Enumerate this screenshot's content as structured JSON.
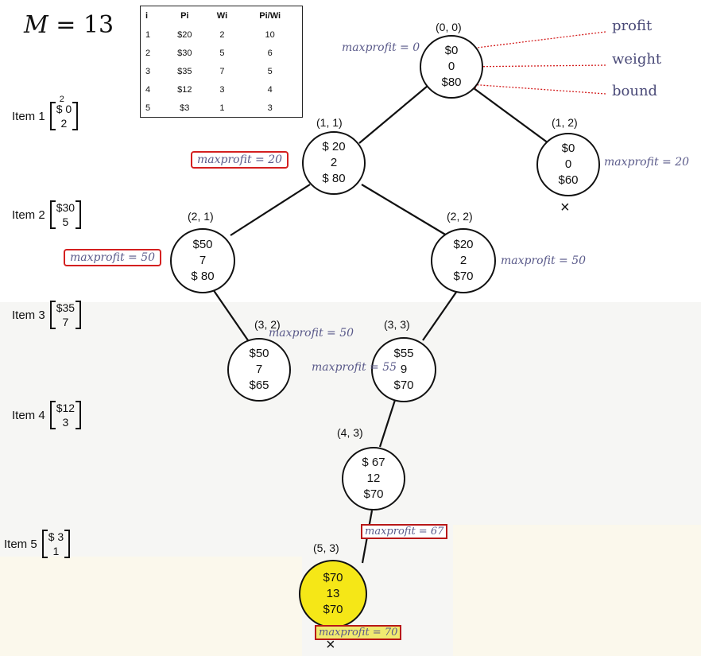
{
  "title": {
    "var": "M",
    "eq": "=",
    "value": "13"
  },
  "table": {
    "headers": [
      "i",
      "Pi",
      "Wi",
      "Pi/Wi"
    ],
    "rows": [
      [
        "1",
        "$20",
        "2",
        "10"
      ],
      [
        "2",
        "$30",
        "5",
        "6"
      ],
      [
        "3",
        "$35",
        "7",
        "5"
      ],
      [
        "4",
        "$12",
        "3",
        "4"
      ],
      [
        "5",
        "$3",
        "1",
        "3"
      ]
    ]
  },
  "items": [
    {
      "label": "Item 1",
      "profit": "$ 0",
      "weight": "2",
      "note": "2"
    },
    {
      "label": "Item 2",
      "profit": "$30",
      "weight": "5"
    },
    {
      "label": "Item 3",
      "profit": "$35",
      "weight": "7"
    },
    {
      "label": "Item 4",
      "profit": "$12",
      "weight": "3"
    },
    {
      "label": "Item 5",
      "profit": "$ 3",
      "weight": "1"
    }
  ],
  "legend": {
    "profit": "profit",
    "weight": "weight",
    "bound": "bound"
  },
  "nodes": [
    {
      "label": "(0, 0)",
      "profit": "$0",
      "weight": "0",
      "bound": "$80",
      "maxprofit": "maxprofit = 0"
    },
    {
      "label": "(1, 1)",
      "profit": "$ 20",
      "weight": "2",
      "bound": "$ 80",
      "maxprofit": "maxprofit = 20"
    },
    {
      "label": "(1, 2)",
      "profit": "$0",
      "weight": "0",
      "bound": "$60",
      "maxprofit": "maxprofit = 20",
      "pruned": "×"
    },
    {
      "label": "(2, 1)",
      "profit": "$50",
      "weight": "7",
      "bound": "$ 80",
      "maxprofit": "maxprofit = 50"
    },
    {
      "label": "(2, 2)",
      "profit": "$20",
      "weight": "2",
      "bound": "$70",
      "maxprofit": "maxprofit = 50"
    },
    {
      "label": "(3, 2)",
      "profit": "$50",
      "weight": "7",
      "bound": "$65",
      "maxprofit": "maxprofit = 50"
    },
    {
      "label": "(3, 3)",
      "profit": "$55",
      "weight": "9",
      "bound": "$70",
      "maxprofit": "maxprofit = 55"
    },
    {
      "label": "(4, 3)",
      "profit": "$ 67",
      "weight": "12",
      "bound": "$70",
      "maxprofit": "maxprofit = 67"
    },
    {
      "label": "(5, 3)",
      "profit": "$70",
      "weight": "13",
      "bound": "$70",
      "maxprofit": "maxprofit = 70",
      "pruned": "×"
    }
  ]
}
